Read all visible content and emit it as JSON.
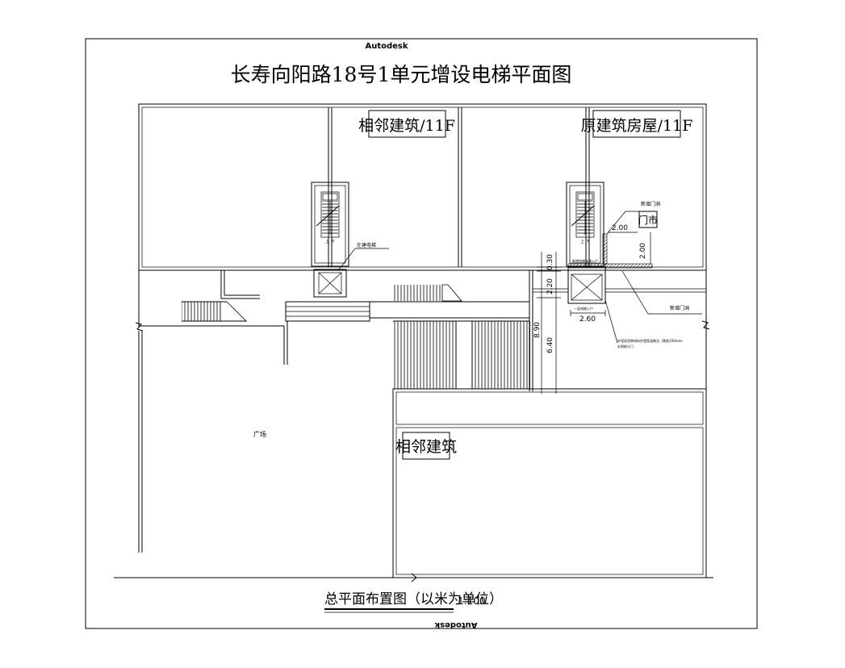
{
  "sheet": {
    "watermark_top": "Autodesk",
    "watermark_bottom": "Autodesk",
    "title": "长寿向阳路18号1单元增设电梯平面图",
    "footer_title": "总平面布置图（以米为单位）",
    "scale": "1:100"
  },
  "labels": {
    "adjacent_building_11f": "相邻建筑/11F",
    "original_building_11f": "原建筑房屋/11F",
    "adjacent_building": "相邻建筑",
    "plaza": "广场",
    "existing_elevator": "在建电梯",
    "new_door_opening_top": "新增门洞",
    "new_door_opening_right": "新增门洞",
    "door_sign": "门市",
    "stair_up_down_left": "上  下",
    "stair_up_down_right": "上  下",
    "entry_note_top": "新增电梯候梯入户",
    "entry_note_bottom": "一层电梯入户",
    "structure_note_line1": "外墙采用原材料外墙保温做法（厚度100mm）",
    "structure_note_line2": "右侧新大门"
  },
  "dimensions": {
    "d_top_width": "2.00",
    "d_top_height": "2.00",
    "d_030": "0.30",
    "d_220": "2.20",
    "d_260": "2.60",
    "d_890": "8.90",
    "d_640": "6.40"
  },
  "colors": {
    "line": "#000000",
    "background": "#ffffff"
  }
}
